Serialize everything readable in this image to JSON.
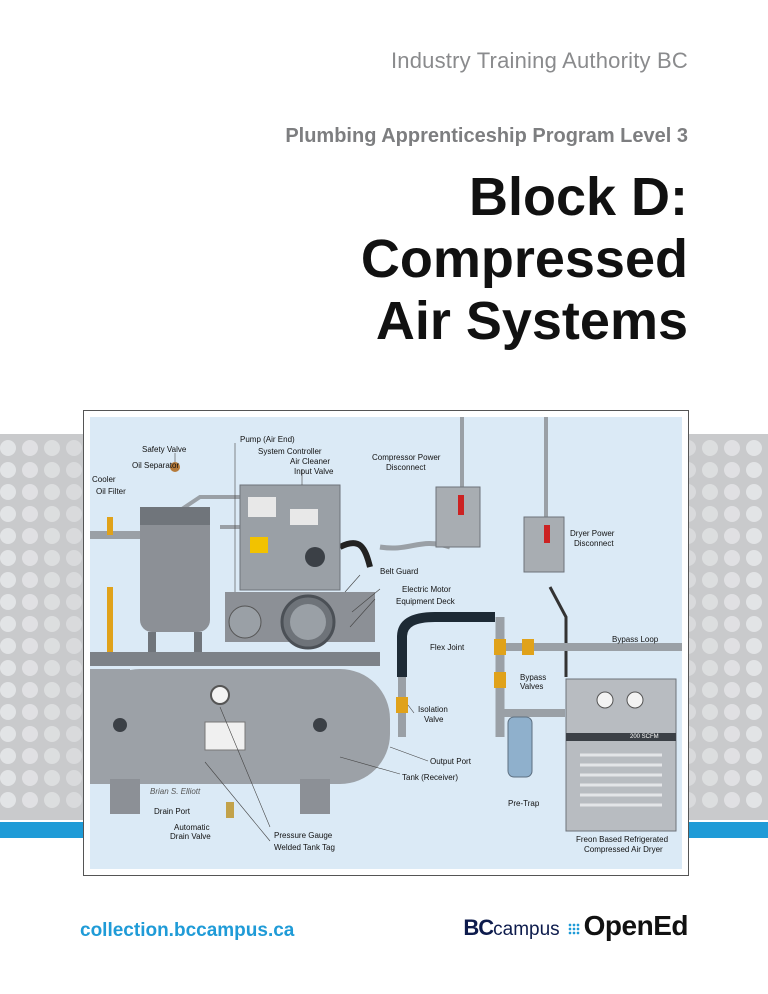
{
  "header": {
    "org": "Industry Training Authority BC",
    "program": "Plumbing Apprenticeship Program Level 3",
    "title_lines": [
      "Block D:",
      "Compressed",
      "Air Systems"
    ]
  },
  "diagram": {
    "labels": {
      "safety_valve": "Safety Valve",
      "oil_separator": "Oil Separator",
      "cooler": "Cooler",
      "oil_filter": "Oil Filter",
      "pump": "Pump (Air End)",
      "system_controller": "System Controller",
      "air_cleaner": "Air Cleaner",
      "input_valve": "Input Valve",
      "compressor_power": "Compressor Power",
      "disconnect": "Disconnect",
      "dryer_power": "Dryer Power",
      "dryer_disconnect": "Disconnect",
      "belt_guard": "Belt Guard",
      "electric_motor": "Electric Motor",
      "equipment_deck": "Equipment Deck",
      "bypass_loop": "Bypass Loop",
      "flex_joint": "Flex Joint",
      "bypass_valves_1": "Bypass",
      "bypass_valves_2": "Valves",
      "isolation_valve_1": "Isolation",
      "isolation_valve_2": "Valve",
      "output_port": "Output Port",
      "tank": "Tank (Receiver)",
      "pre_trap": "Pre-Trap",
      "drain_port": "Drain Port",
      "auto_drain_1": "Automatic",
      "auto_drain_2": "Drain Valve",
      "pressure_gauge": "Pressure Gauge",
      "welded_tag": "Welded Tank Tag",
      "dryer_1": "Freon Based Refrigerated",
      "dryer_2": "Compressed Air Dryer",
      "scfm": "200 SCFM",
      "signature": "Brian S. Elliott"
    }
  },
  "footer": {
    "url": "collection.bccampus.ca",
    "brand_bc": "BC",
    "brand_campus": "campus",
    "brand_open": "OpenEd"
  },
  "colors": {
    "accent_blue": "#1f9bd7",
    "band_gray": "#c9cacc",
    "navy": "#0d1b4c"
  }
}
